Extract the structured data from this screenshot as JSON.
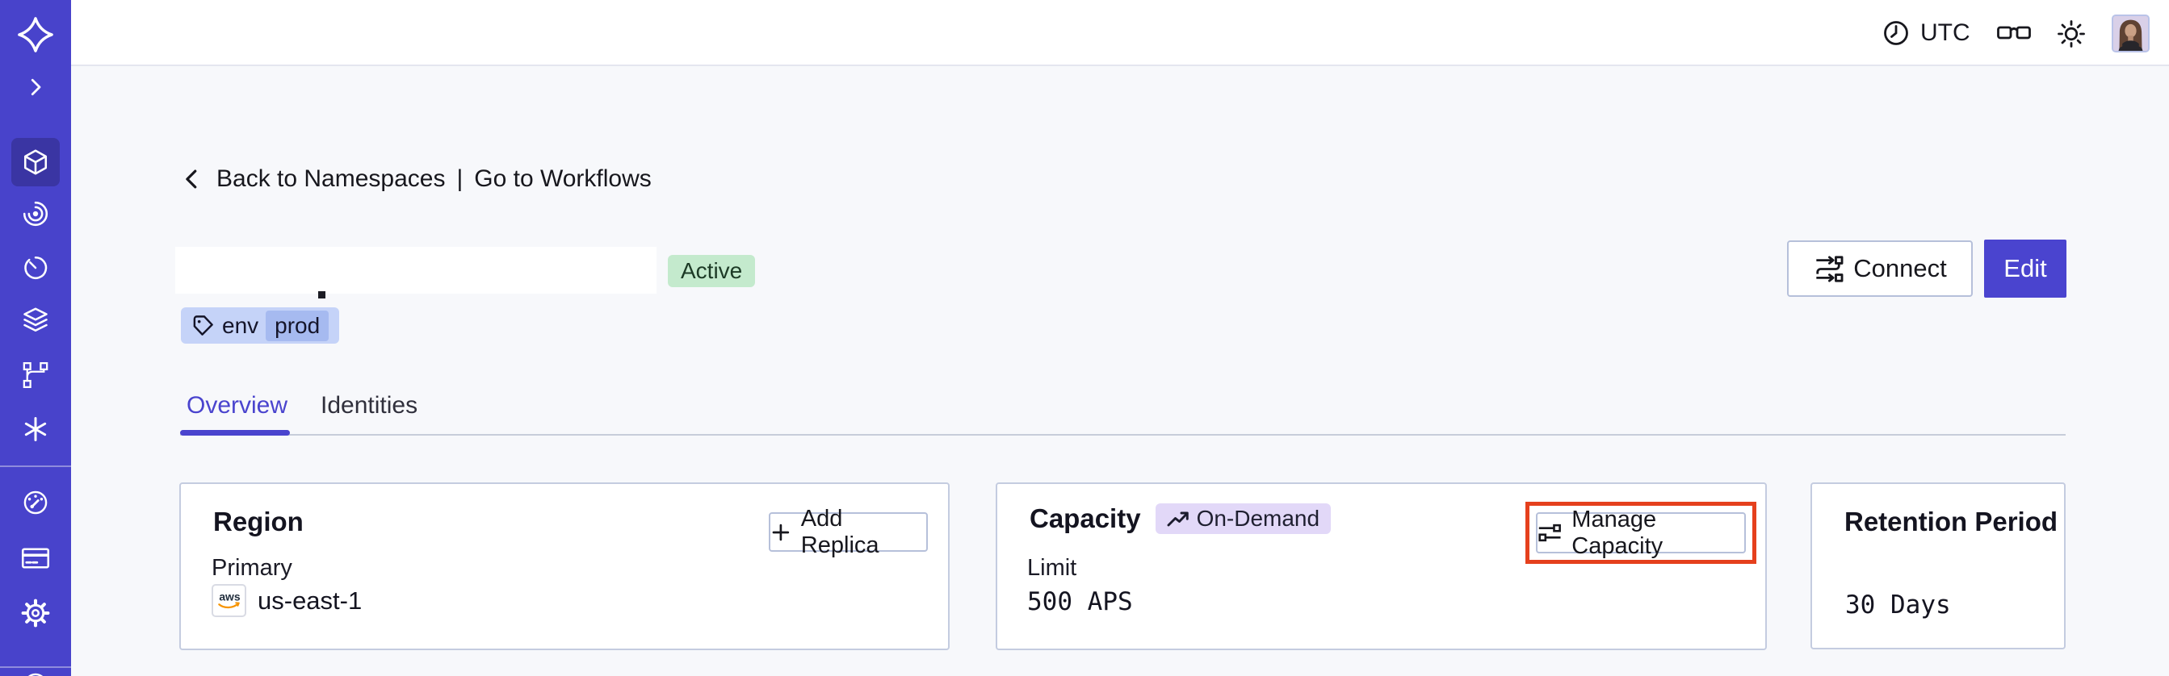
{
  "topbar": {
    "timezone": "UTC"
  },
  "breadcrumb": {
    "back_label": "Back to Namespaces",
    "separator": "|",
    "workflows_label": "Go to Workflows"
  },
  "namespace": {
    "status": "Active",
    "tag": {
      "key": "env",
      "value": "prod"
    },
    "actions": {
      "connect": "Connect",
      "edit": "Edit"
    }
  },
  "tabs": [
    {
      "label": "Overview",
      "active": true
    },
    {
      "label": "Identities",
      "active": false
    }
  ],
  "cards": {
    "region": {
      "title": "Region",
      "action": "Add Replica",
      "label": "Primary",
      "provider": "aws",
      "value": "us-east-1"
    },
    "capacity": {
      "title": "Capacity",
      "badge": "On-Demand",
      "action": "Manage Capacity",
      "label": "Limit",
      "value": "500 APS"
    },
    "retention": {
      "title": "Retention Period",
      "value": "30 Days"
    }
  },
  "sidebar": {
    "items": [
      "temporal-logo",
      "expand-chevron",
      "namespaces-cube",
      "workflows-spiral",
      "schedules-clock",
      "deployments-layers",
      "batch-branch",
      "nexus-asterisk",
      "usage-gauge",
      "billing-card",
      "settings-gear",
      "help-partial-circle"
    ],
    "active_item": "namespaces-cube"
  },
  "colors": {
    "sidebar_bg": "#4843cb",
    "active_nav_bg": "#3a35a3",
    "accent_indigo": "#4a44cf",
    "status_badge_bg": "#c4eacd",
    "status_badge_text": "#1d3a26",
    "ondemand_badge_bg": "#e2d8f8",
    "tag_bg": "#c5d3f8",
    "tag_inner_bg": "#a6baf0",
    "annotation_red": "#e5401d",
    "card_border": "#c4cce0",
    "page_bg": "#f7f8fb"
  }
}
